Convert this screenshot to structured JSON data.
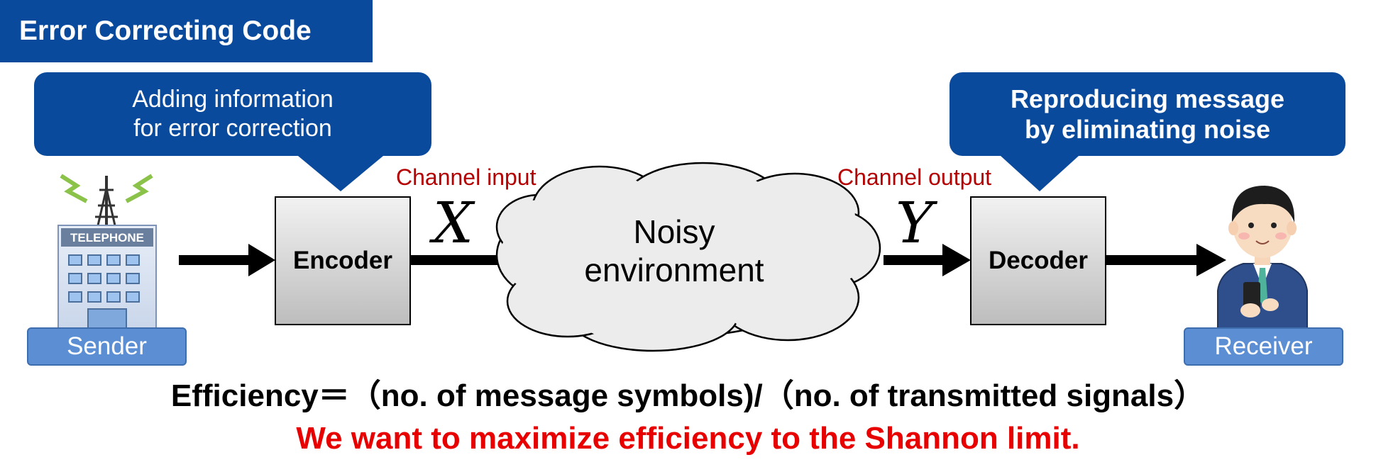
{
  "title": "Error Correcting Code",
  "callouts": {
    "encoder": {
      "line1": "Adding information",
      "line2": "for error correction"
    },
    "decoder": {
      "line1": "Reproducing message",
      "line2": "by eliminating noise"
    }
  },
  "blocks": {
    "encoder": "Encoder",
    "decoder": "Decoder",
    "noise_line1": "Noisy",
    "noise_line2": "environment"
  },
  "channel": {
    "input_label": "Channel input",
    "output_label": "Channel output",
    "input_symbol": "X",
    "output_symbol": "Y"
  },
  "sender": {
    "label": "Sender",
    "building_sign": "TELEPHONE"
  },
  "receiver": {
    "label": "Receiver"
  },
  "efficiency": "Efficiency＝（no. of message symbols)/（no. of transmitted signals）",
  "goal": "We want to maximize efficiency to the Shannon limit.",
  "colors": {
    "title_bg": "#0a4a9c",
    "callout_bg": "#0a4a9c",
    "role_label_bg": "#5b8ed3",
    "channel_label": "#b40000",
    "goal_text": "#e80000"
  }
}
